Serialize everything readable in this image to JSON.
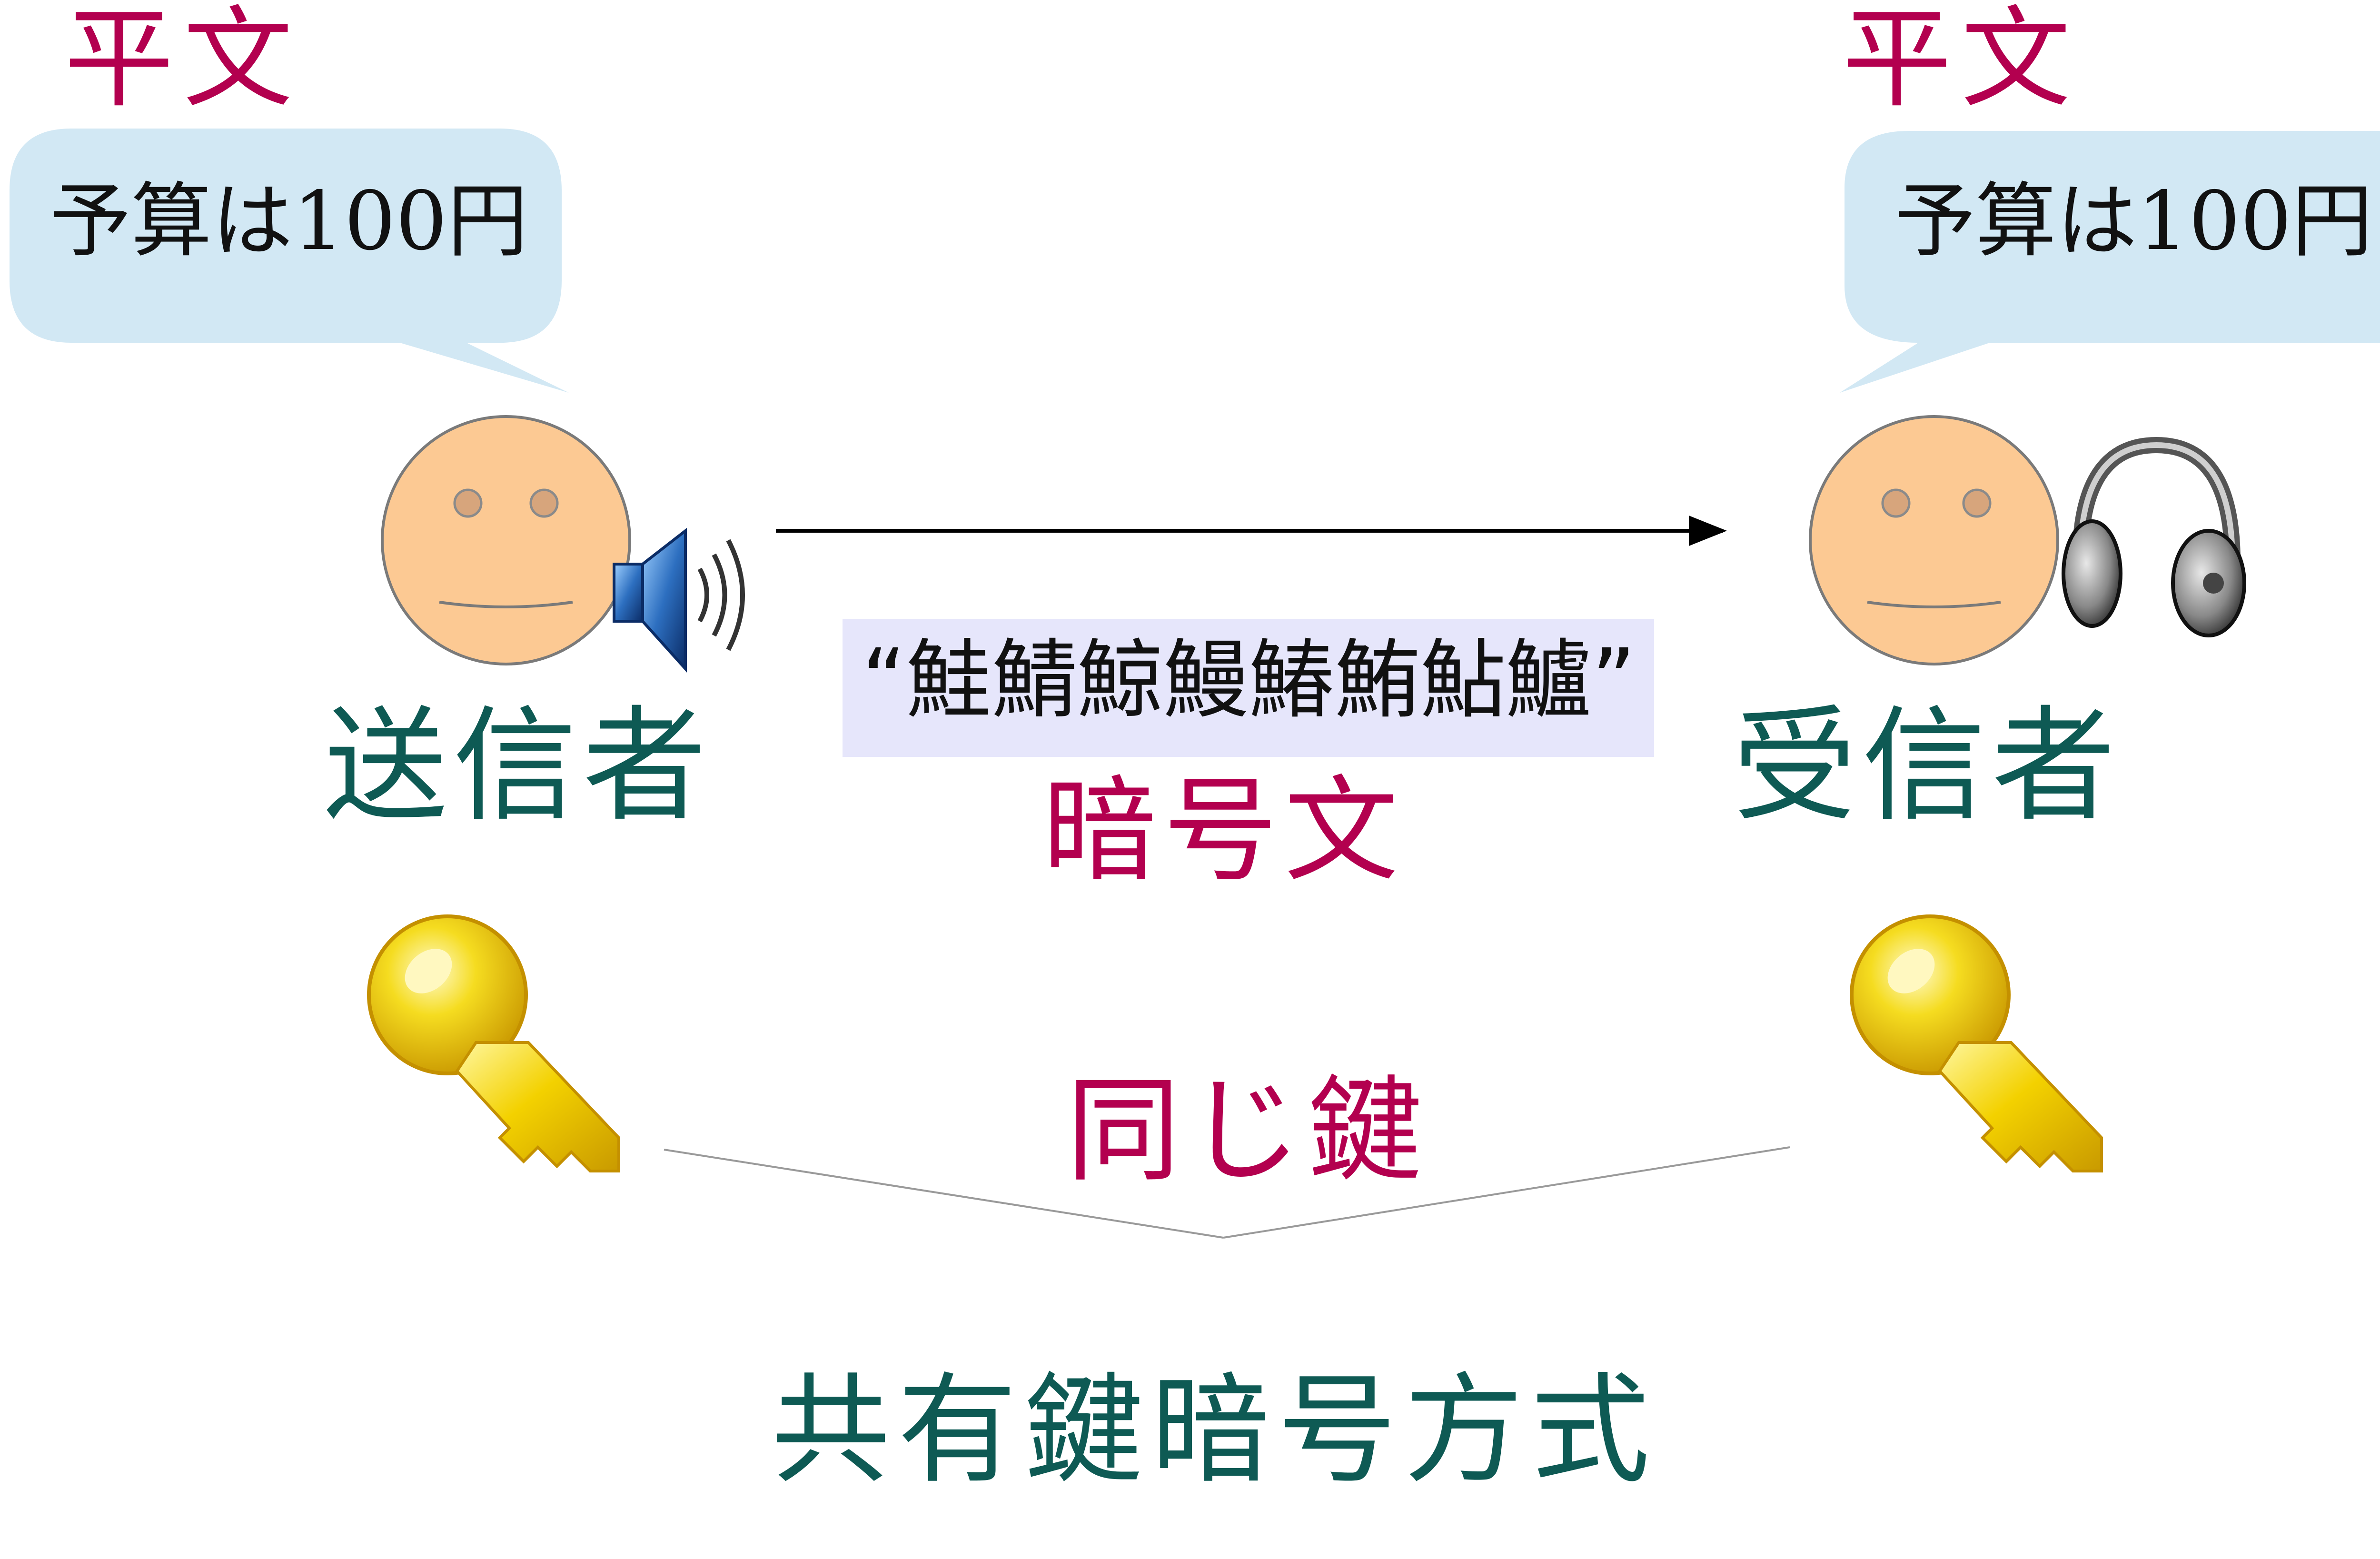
{
  "sender": {
    "plaintext_label": "平文",
    "bubble_text": "予算は100円",
    "role_label": "送信者"
  },
  "receiver": {
    "plaintext_label": "平文",
    "bubble_text": "予算は100円",
    "role_label": "受信者"
  },
  "ciphertext": {
    "value": "“鮭鯖鯨鰻鰆鮪鮎鱸”",
    "label": "暗号文"
  },
  "key_link_label": "同じ鍵",
  "method_title": "共有鍵暗号方式",
  "colors": {
    "plaintext": "#b3004f",
    "role": "#0e5a54",
    "bubble": "#d2e8f4",
    "face": "#fcc993",
    "cipher_box": "#e6e6fb",
    "key": "#f0c800"
  },
  "icons": [
    "speaker-icon",
    "headphones-icon",
    "key-icon"
  ]
}
